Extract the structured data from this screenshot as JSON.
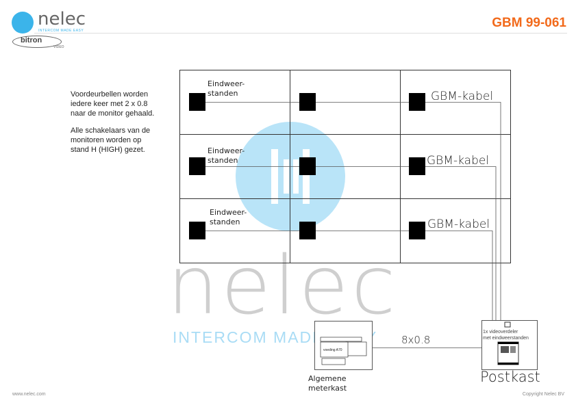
{
  "header": {
    "brand": "nelec",
    "tagline": "INTERCOM MADE EASY",
    "sub_brand": "bitron",
    "sub_brand_tag": "VIDEO",
    "doc_code": "GBM 99-061",
    "accent": "#f26a1b",
    "brand_blue": "#3bb4ea"
  },
  "notes": {
    "note1": [
      "Voordeurbellen worden",
      "iedere keer met 2 x 0.8",
      "naar de monitor gehaald."
    ],
    "note2": [
      "Alle schakelaars van de",
      "monitoren worden op",
      "stand H (HIGH) gezet."
    ]
  },
  "rows": [
    {
      "label1": "Eindweer-",
      "label2": "standen",
      "cable": "GBM-kabel"
    },
    {
      "label1": "Eindweer-",
      "label2": "standen",
      "cable": "GBM-kabel"
    },
    {
      "label1": "Eindweer-",
      "label2": "standen",
      "cable": "GBM-kabel"
    }
  ],
  "meterkast": {
    "device_label": "voeding A70",
    "label1": "Algemene",
    "label2": "meterkast"
  },
  "cable_label": "8x0.8",
  "postkast": {
    "desc1": "1x videoverdeler",
    "desc2": "met eindweerstanden",
    "label": "Postkast"
  },
  "watermark": {
    "text": "nelec",
    "tagline": "INTERCOM MADE EASY"
  },
  "footer": {
    "url": "www.nelec.com",
    "copyright": "Copyright Nelec BV"
  }
}
